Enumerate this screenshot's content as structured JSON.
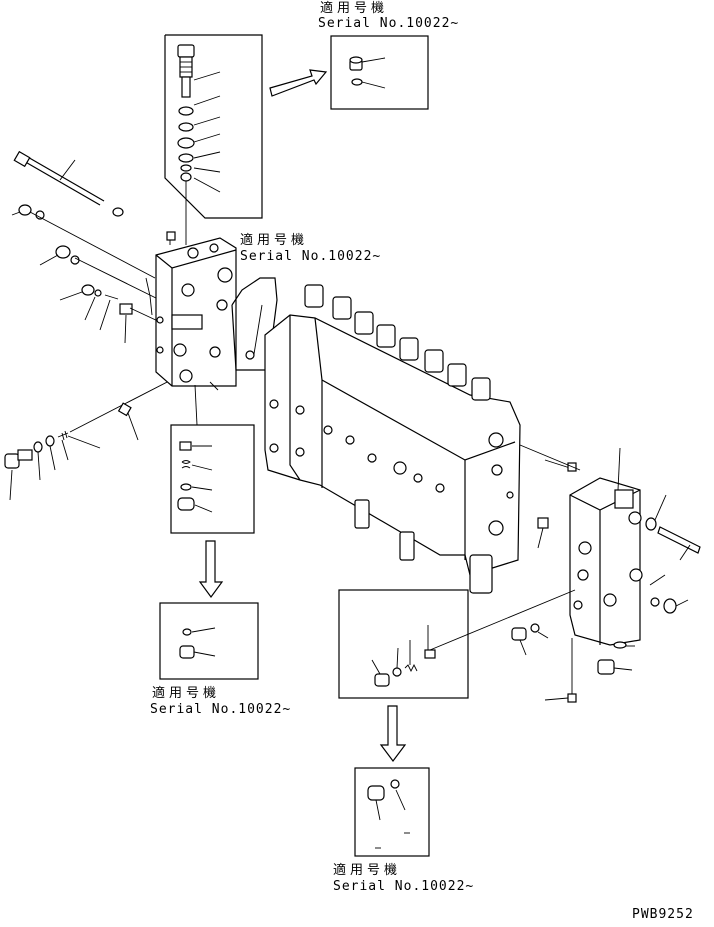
{
  "applicable_label": "適用号機",
  "serial_label": "Serial No.10022~",
  "callouts": [
    {
      "id": "top",
      "applicable": "適用号機",
      "serial": "Serial No.10022~"
    },
    {
      "id": "mid",
      "applicable": "適用号機",
      "serial": "Serial No.10022~"
    },
    {
      "id": "left",
      "applicable": "適用号機",
      "serial": "Serial No.10022~"
    },
    {
      "id": "bottom",
      "applicable": "適用号機",
      "serial": "Serial No.10022~"
    }
  ],
  "drawing_code": "PWB9252"
}
